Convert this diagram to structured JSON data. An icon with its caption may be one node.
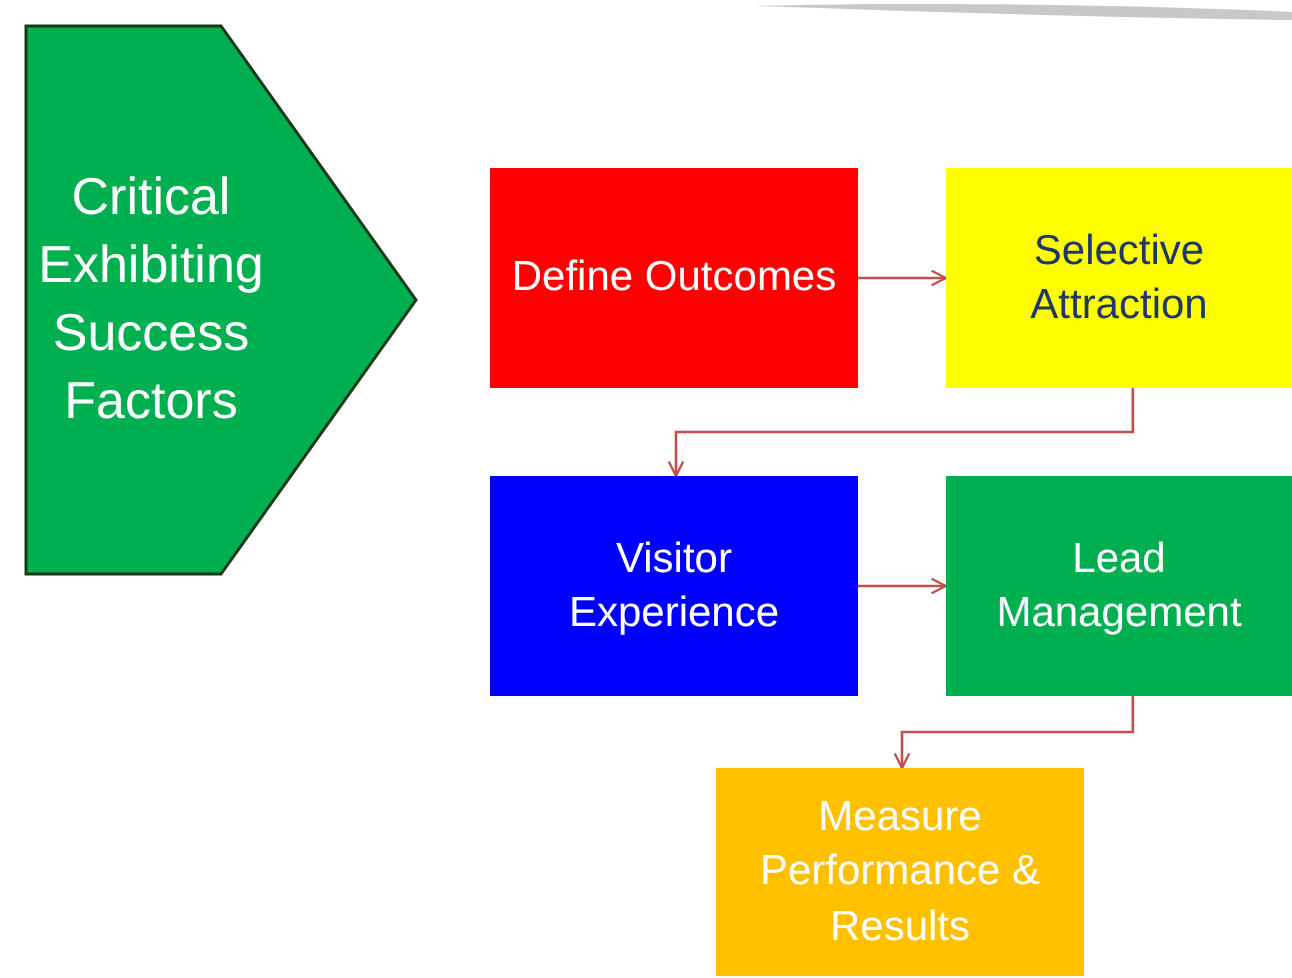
{
  "diagram": {
    "nodes": [
      {
        "text": [
          "Critical Exhibiting Success Factors"
        ]
      },
      {
        "text": [
          "Define Outcomes"
        ]
      },
      {
        "text": [
          "Selective Attraction"
        ]
      },
      {
        "text": [
          "Visitor Experience"
        ]
      },
      {
        "text": [
          "Lead Management"
        ]
      },
      {
        "text": [
          "Measure Performance & Results"
        ]
      }
    ],
    "edges": [
      {
        "from": 1,
        "to": 2,
        "arrow": "to"
      },
      {
        "from": 2,
        "to": 3,
        "arrow": "to"
      },
      {
        "from": 3,
        "to": 4,
        "arrow": "to"
      },
      {
        "from": 4,
        "to": 5,
        "arrow": "to"
      }
    ]
  }
}
